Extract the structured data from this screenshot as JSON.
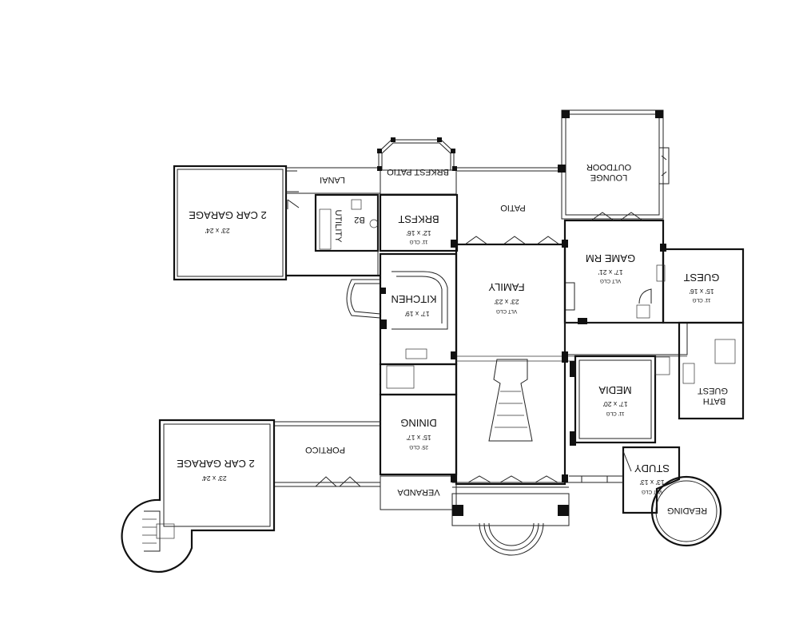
{
  "rooms": {
    "garage_upper": {
      "name": "2 CAR GARAGE",
      "dim": "23' x 24'"
    },
    "garage_lower": {
      "name": "2 CAR GARAGE",
      "dim": "23' x 24'"
    },
    "lanai": {
      "name": "LANAI"
    },
    "brkfst_patio": {
      "name": "BRKFST PATIO"
    },
    "utility": {
      "name": "UTILITY"
    },
    "b2": {
      "name": "B2"
    },
    "brkfst": {
      "name": "BRKFST",
      "dim": "12' x 16'",
      "clg": "11' CLG"
    },
    "patio": {
      "name": "PATIO"
    },
    "outdoor_lounge": {
      "name": "OUTDOOR",
      "name2": "LOUNGE"
    },
    "game_rm": {
      "name": "GAME RM",
      "dim": "17' x 21'",
      "clg": "VLT CLG"
    },
    "guest": {
      "name": "GUEST",
      "dim": "15' x 16'",
      "clg": "11' CLG"
    },
    "kitchen": {
      "name": "KITCHEN",
      "dim": "17' x 19'"
    },
    "family": {
      "name": "FAMILY",
      "dim": "23' x 23'",
      "clg": "VLT CLG"
    },
    "media": {
      "name": "MEDIA",
      "dim": "17' x 20'",
      "clg": "11' CLG"
    },
    "guest_bath": {
      "name": "GUEST",
      "name2": "BATH"
    },
    "dining": {
      "name": "DINING",
      "dim": "15' x 17'",
      "clg": "25' CLG"
    },
    "portico": {
      "name": "PORTICO"
    },
    "veranda": {
      "name": "VERANDA"
    },
    "study": {
      "name": "STUDY",
      "dim": "13' x 13'",
      "clg": "VLT CLG"
    },
    "reading": {
      "name": "READING"
    }
  }
}
